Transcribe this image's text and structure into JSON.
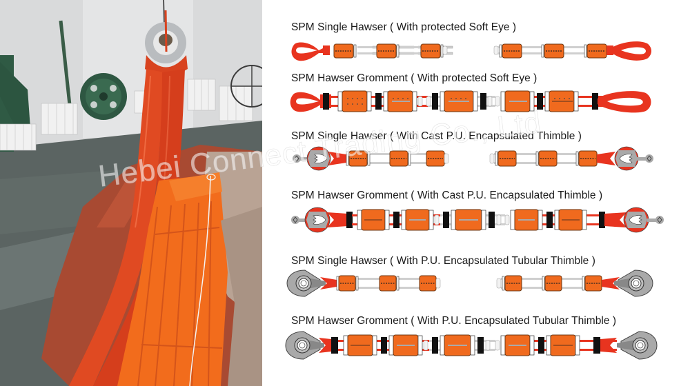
{
  "photo": {
    "subject": "SPM hawser with orange floating chafe-guard sections in warehouse",
    "watermark": "Hebei Connect Trading Co., Ltd"
  },
  "colors": {
    "rope_red": "#e8341f",
    "float_orange": "#f06a1e",
    "float_border": "#7a3a10",
    "thimble_grey": "#a9a9a9",
    "chafe_black": "#111111",
    "rope_grey": "#c9c9c9",
    "text": "#1a1a1a"
  },
  "diagram": {
    "rows": [
      {
        "title": "SPM Single Hawser ( With protected Soft Eye )",
        "end_type": "soft-eye",
        "config": "single"
      },
      {
        "title": "SPM Hawser Gromment ( With protected Soft Eye )",
        "end_type": "soft-eye",
        "config": "gromment"
      },
      {
        "title": "SPM Single Hawser ( With Cast P.U. Encapsulated Thimble )",
        "end_type": "cast-thimble",
        "config": "single"
      },
      {
        "title": "SPM Hawser Gromment ( With Cast P.U. Encapsulated Thimble )",
        "end_type": "cast-thimble",
        "config": "gromment"
      },
      {
        "title": "SPM Single Hawser ( With P.U. Encapsulated Tubular Thimble )",
        "end_type": "tubular-thimble",
        "config": "single"
      },
      {
        "title": "SPM Hawser Gromment ( With P.U. Encapsulated Tubular Thimble )",
        "end_type": "tubular-thimble",
        "config": "gromment"
      }
    ]
  }
}
